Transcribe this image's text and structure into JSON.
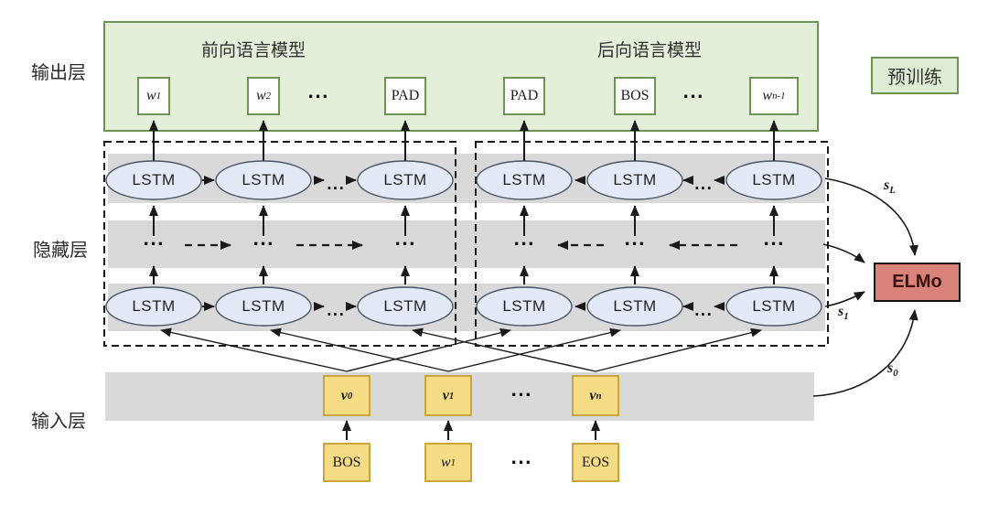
{
  "layer_labels": {
    "output": "输出层",
    "hidden": "隐藏层",
    "input": "输入层"
  },
  "pretrain_label": "预训练",
  "forward_model": {
    "title": "前向语言模型",
    "outputs": [
      {
        "base": "w",
        "sub": "1"
      },
      {
        "base": "w",
        "sub": "2"
      },
      {
        "base": "PAD",
        "sub": ""
      }
    ]
  },
  "backward_model": {
    "title": "后向语言模型",
    "outputs": [
      {
        "base": "PAD",
        "sub": ""
      },
      {
        "base": "BOS",
        "sub": ""
      },
      {
        "base": "w",
        "sub": "n-1"
      }
    ]
  },
  "lstm_label": "LSTM",
  "ellipsis": "...",
  "elmo_label": "ELMo",
  "weight_labels": {
    "sL": {
      "base": "s",
      "sub": "L"
    },
    "s1": {
      "base": "s",
      "sub": "1"
    },
    "s0": {
      "base": "s",
      "sub": "0"
    }
  },
  "input_layer": {
    "embeddings": [
      {
        "base": "v",
        "sub": "0"
      },
      {
        "base": "v",
        "sub": "1"
      },
      {
        "base": "v",
        "sub": "n"
      }
    ],
    "tokens": [
      {
        "base": "BOS",
        "sub": ""
      },
      {
        "base": "w",
        "sub": "1"
      },
      {
        "base": "EOS",
        "sub": ""
      }
    ]
  },
  "colors": {
    "panel_green_fill": "#e3efd9",
    "panel_green_border": "#6e9355",
    "band_gray": "#d9d9d9",
    "lstm_fill": "#e3eaf6",
    "lstm_border": "#4a5568",
    "token_yellow_fill": "#f6dd85",
    "token_yellow_border": "#c9a63b",
    "elmo_fill": "#d9827a",
    "line_black": "#1a1a1a"
  }
}
